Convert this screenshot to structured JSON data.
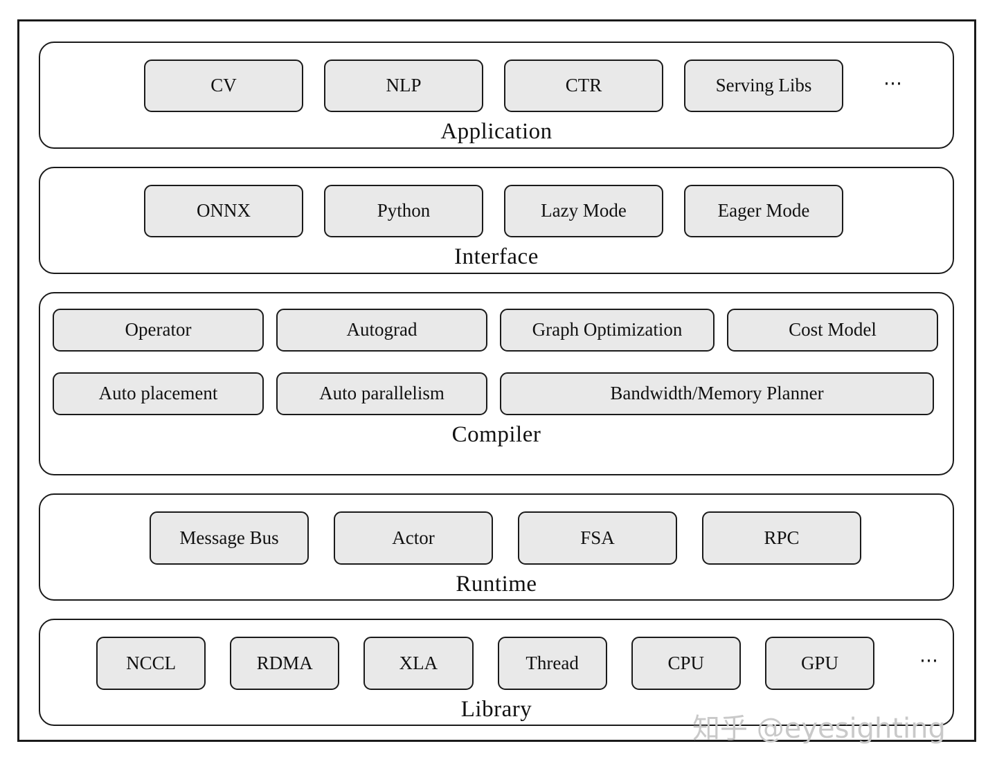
{
  "diagram": {
    "layers": [
      {
        "id": "application",
        "title": "Application",
        "rows": [
          {
            "boxes": [
              "CV",
              "NLP",
              "CTR",
              "Serving Libs"
            ]
          }
        ],
        "trailing_ellipsis": "⋯"
      },
      {
        "id": "interface",
        "title": "Interface",
        "rows": [
          {
            "boxes": [
              "ONNX",
              "Python",
              "Lazy Mode",
              "Eager Mode"
            ]
          }
        ],
        "trailing_ellipsis": ""
      },
      {
        "id": "compiler",
        "title": "Compiler",
        "rows": [
          {
            "boxes": [
              "Operator",
              "Autograd",
              "Graph Optimization",
              "Cost Model"
            ]
          },
          {
            "boxes": [
              "Auto placement",
              "Auto parallelism",
              "Bandwidth/Memory Planner"
            ]
          }
        ],
        "trailing_ellipsis": ""
      },
      {
        "id": "runtime",
        "title": "Runtime",
        "rows": [
          {
            "boxes": [
              "Message Bus",
              "Actor",
              "FSA",
              "RPC"
            ]
          }
        ],
        "trailing_ellipsis": ""
      },
      {
        "id": "library",
        "title": "Library",
        "rows": [
          {
            "boxes": [
              "NCCL",
              "RDMA",
              "XLA",
              "Thread",
              "CPU",
              "GPU"
            ]
          }
        ],
        "trailing_ellipsis": "⋯"
      }
    ]
  },
  "watermark": {
    "text": "知乎 @eyesighting"
  },
  "colors": {
    "box_fill": "#e9e9e9",
    "stroke": "#1a1a1a",
    "background": "#ffffff",
    "watermark": "#c9c9c9"
  }
}
